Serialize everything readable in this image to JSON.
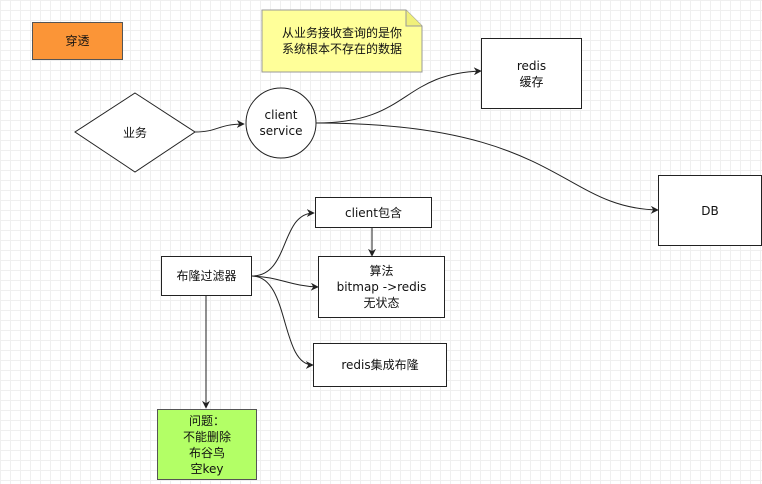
{
  "nodes": {
    "penetration": "穿透",
    "business": "业务",
    "client_service": [
      "client",
      "service"
    ],
    "redis_cache": [
      "redis",
      "缓存"
    ],
    "db": "DB",
    "bloom_filter": "布隆过滤器",
    "client_contains": "client包含",
    "algorithm": [
      "算法",
      "bitmap ->redis",
      "无状态"
    ],
    "redis_integrated": "redis集成布隆",
    "problems": [
      "问题：",
      "不能删除",
      "布谷鸟",
      "空key"
    ]
  },
  "note": [
    "从业务接收查询的是你",
    "系统根本不存在的数据"
  ],
  "colors": {
    "penetration_fill": "#fb9537",
    "note_fill": "#ffff99",
    "problems_fill": "#b3ff66",
    "stroke": "#222222"
  }
}
